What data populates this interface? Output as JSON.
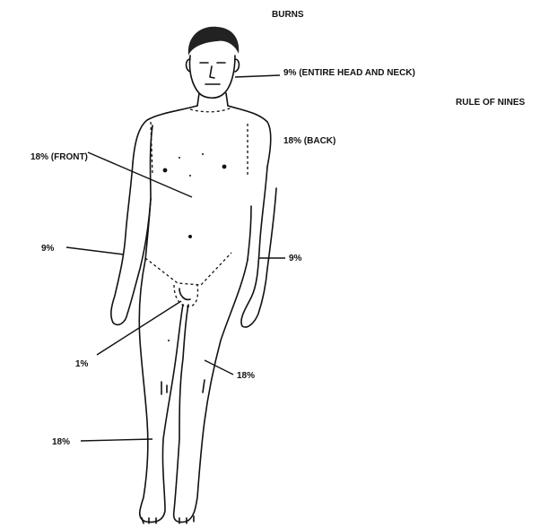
{
  "title": "BURNS",
  "subtitle": "RULE OF NINES",
  "labels": {
    "head_neck": "9% (ENTIRE HEAD AND NECK)",
    "back": "18% (BACK)",
    "front": "18% (FRONT)",
    "left_arm": "9%",
    "right_arm": "9%",
    "genital": "1%",
    "right_leg": "18%",
    "left_leg": "18%"
  }
}
